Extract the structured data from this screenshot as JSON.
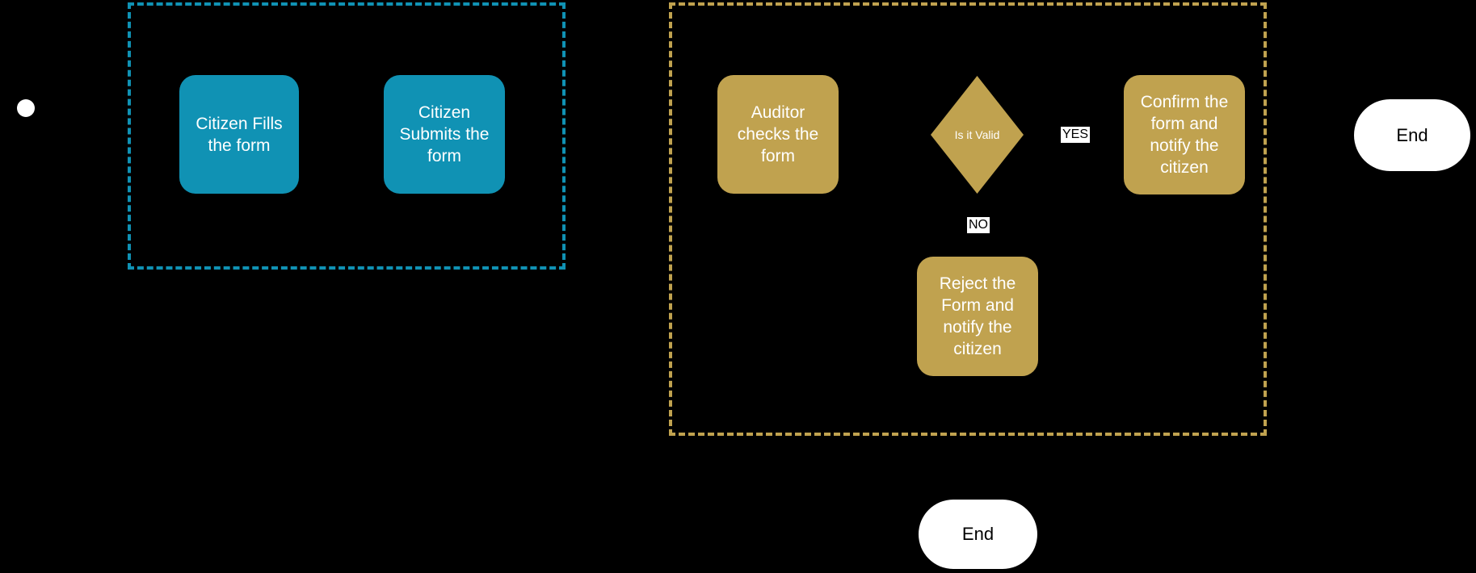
{
  "colors": {
    "background": "#000000",
    "citizen_pool_border": "#1092B4",
    "auditor_pool_border": "#C0A24F",
    "process_citizen_fill": "#1092B4",
    "process_auditor_fill": "#C0A24F",
    "node_text": "#FFFFFF",
    "terminator_fill": "#FFFFFF",
    "terminator_text": "#000000",
    "edge_label_bg": "#FFFFFF",
    "edge_label_text": "#000000"
  },
  "nodes": {
    "start": {
      "type": "start-event"
    },
    "citizen_fills": {
      "type": "process",
      "label": "Citizen Fills the form"
    },
    "citizen_submits": {
      "type": "process",
      "label": "Citizen Submits the form"
    },
    "auditor_checks": {
      "type": "process",
      "label": "Auditor checks the form"
    },
    "is_it_valid": {
      "type": "decision",
      "label": "Is it Valid"
    },
    "confirm": {
      "type": "process",
      "label": "Confirm the form and notify the citizen"
    },
    "reject": {
      "type": "process",
      "label": "Reject the Form and notify the citizen"
    },
    "end_right": {
      "type": "terminator",
      "label": "End"
    },
    "end_bottom": {
      "type": "terminator",
      "label": "End"
    }
  },
  "edge_labels": {
    "yes": "YES",
    "no": "NO"
  }
}
